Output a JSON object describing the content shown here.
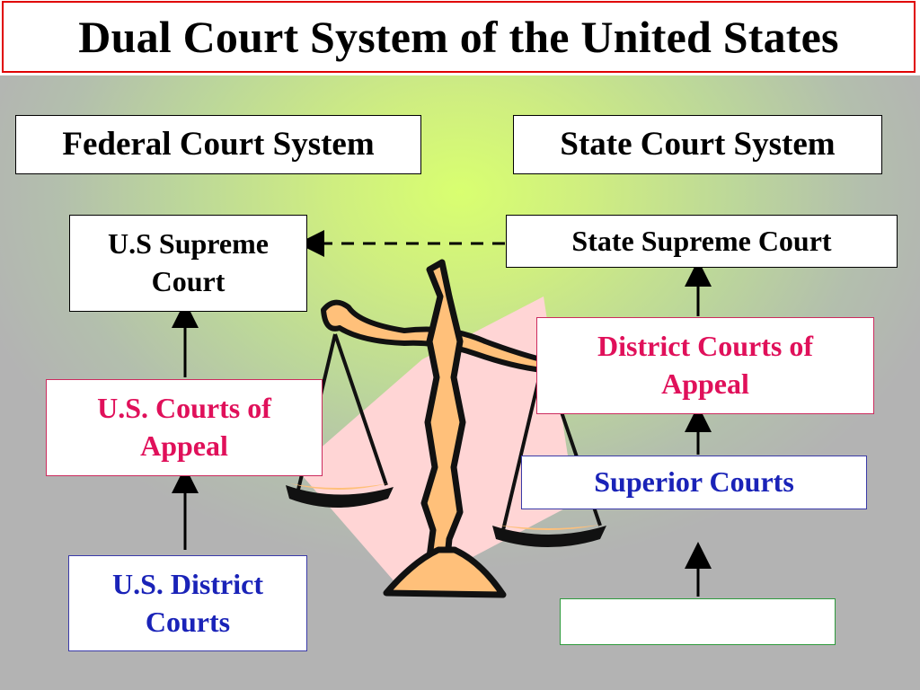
{
  "title": "Dual Court System of the United States",
  "federal": {
    "header": "Federal Court System",
    "supreme": "U.S Supreme Court",
    "appeals": "U.S. Courts of Appeal",
    "district": "U.S. District Courts"
  },
  "state": {
    "header": "State Court System",
    "supreme": "State Supreme Court",
    "appeals": "District Courts of Appeal",
    "superior": "Superior Courts",
    "lower": ""
  },
  "colors": {
    "title_border": "#e00000",
    "appeals_text": "#e0105a",
    "lower_courts_text": "#1a23b8",
    "empty_box_border": "#2e9a3c"
  },
  "icons": [
    "scales-of-justice-icon",
    "arrow-up-icon",
    "dashed-arrow-left-icon"
  ]
}
